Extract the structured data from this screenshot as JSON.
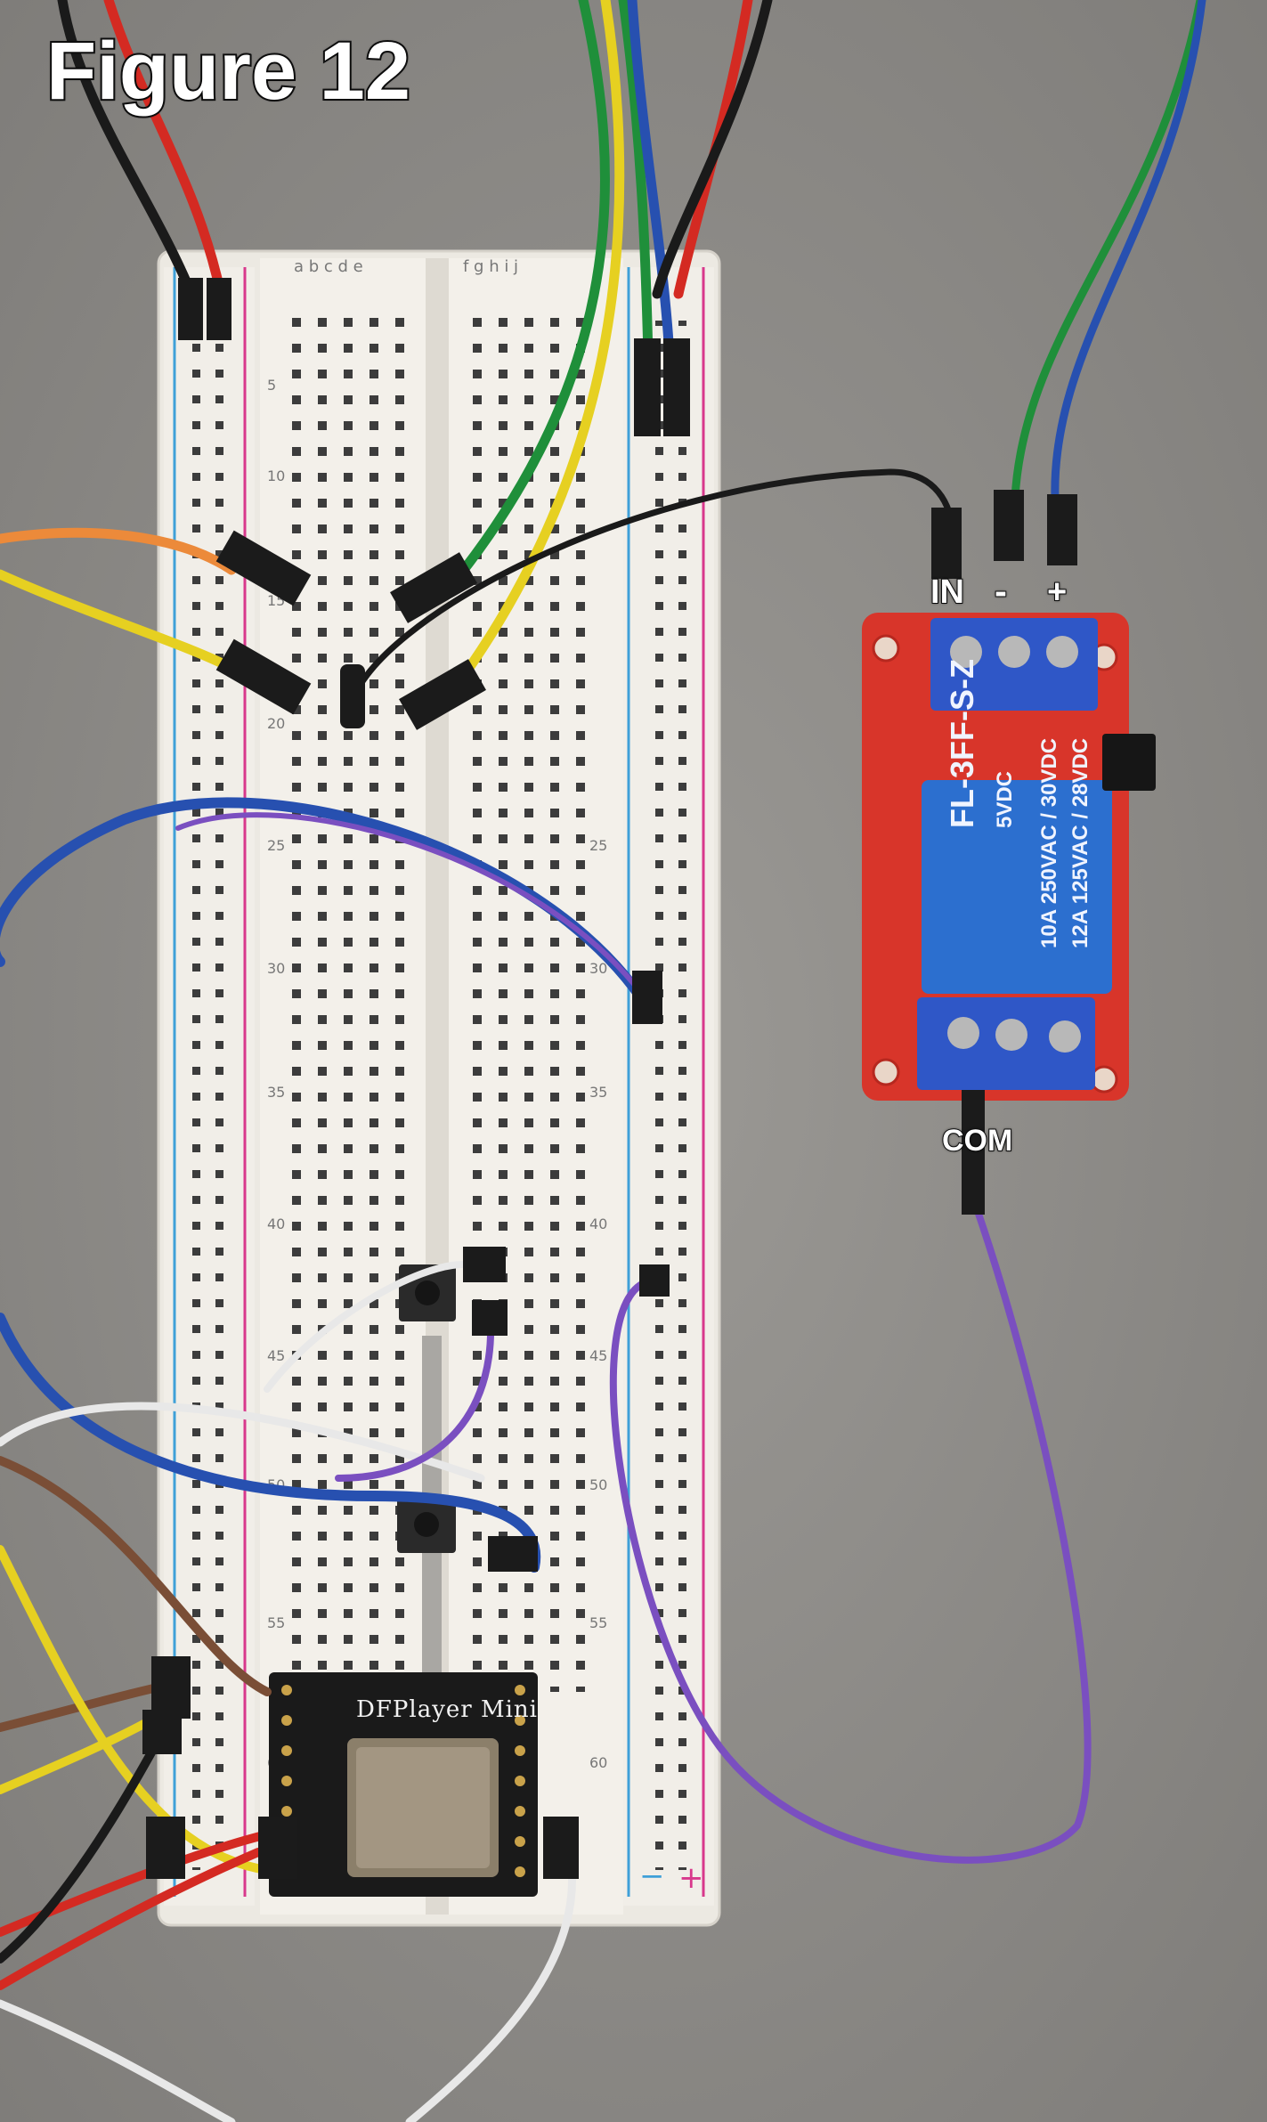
{
  "figure": {
    "title": "Figure 12"
  },
  "relay_module": {
    "terminal_labels": {
      "in": "IN",
      "minus": "-",
      "plus": "+",
      "com": "COM"
    },
    "relay_part_text": "FL-3FF-S-Z",
    "relay_voltage_text": "5VDC",
    "relay_rating_text": "10A 250VAC / 30VDC",
    "relay_rating_text_2": "12A 125VAC / 28VDC"
  },
  "audio_module": {
    "label": "DFPlayer Mini"
  },
  "breadboard": {
    "column_letters_left": "a b c d e",
    "column_letters_right": "f g h i j",
    "row_numbers": [
      "5",
      "10",
      "15",
      "20",
      "25",
      "30",
      "35",
      "40",
      "45",
      "50",
      "55",
      "60"
    ]
  },
  "colors": {
    "background": "#8f8d89",
    "breadboard": "#ece9e2",
    "relay_board": "#d8352a",
    "relay_body": "#2c6fcf",
    "terminal_block": "#2f57c7"
  }
}
